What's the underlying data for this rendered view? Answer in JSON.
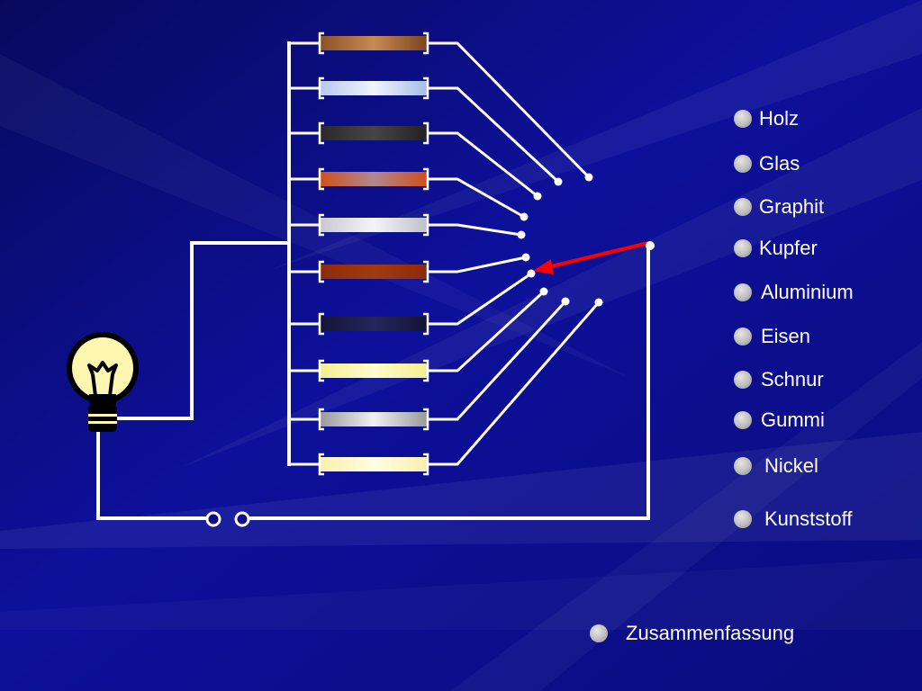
{
  "menu": {
    "items": [
      {
        "id": "holz",
        "label": "Holz"
      },
      {
        "id": "glas",
        "label": "Glas"
      },
      {
        "id": "graphit",
        "label": "Graphit"
      },
      {
        "id": "kupfer",
        "label": "Kupfer"
      },
      {
        "id": "aluminium",
        "label": "Aluminium"
      },
      {
        "id": "eisen",
        "label": "Eisen"
      },
      {
        "id": "schnur",
        "label": "Schnur"
      },
      {
        "id": "gummi",
        "label": "Gummi"
      },
      {
        "id": "nickel",
        "label": "Nickel"
      },
      {
        "id": "kunststoff",
        "label": "Kunststoff"
      }
    ],
    "summary_label": "Zusammenfassung"
  },
  "circuit": {
    "samples": [
      {
        "material": "holz",
        "colors": [
          "#8a5228",
          "#c88a50",
          "#7a4520"
        ]
      },
      {
        "material": "glas",
        "colors": [
          "#b8c8f0",
          "#f0f4ff",
          "#a8bce8"
        ]
      },
      {
        "material": "graphit",
        "colors": [
          "#2a2a2a",
          "#454545",
          "#222222"
        ]
      },
      {
        "material": "kupfer",
        "colors": [
          "#d0501a",
          "#b08890",
          "#d0501a"
        ]
      },
      {
        "material": "aluminium",
        "colors": [
          "#c8c8d0",
          "#f4f4f8",
          "#c0c0c8"
        ]
      },
      {
        "material": "eisen",
        "colors": [
          "#8c2c08",
          "#a23a10",
          "#8c2c08"
        ]
      },
      {
        "material": "schnur",
        "colors": [
          "#141436",
          "#26265a",
          "#141436"
        ]
      },
      {
        "material": "gummi",
        "colors": [
          "#f4ee90",
          "#fffccc",
          "#f4ee90"
        ]
      },
      {
        "material": "nickel",
        "colors": [
          "#9a9a9a",
          "#f0f0f0",
          "#9a9a9a"
        ]
      },
      {
        "material": "kunststoff",
        "colors": [
          "#f8f0b0",
          "#fffde0",
          "#f8f0b0"
        ]
      }
    ],
    "selected_material": "eisen",
    "wire_color": "#ffffff",
    "pointer_color": "#ff0000",
    "bulb_color": "#fff6b0",
    "background_color": "#0c0f86"
  }
}
